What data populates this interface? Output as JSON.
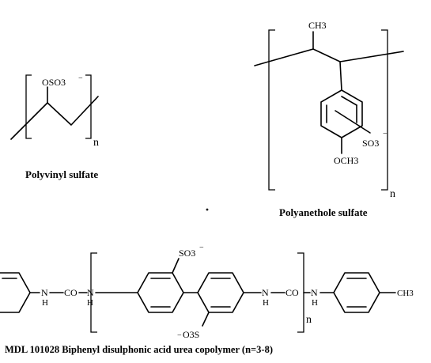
{
  "pvs": {
    "caption": "Polyvinyl sulfate",
    "group": "OSO3",
    "charge": "−",
    "n": "n"
  },
  "pas": {
    "caption": "Polyanethole sulfate",
    "methyl": "CH3",
    "methoxy": "OCH3",
    "sulfonate": "SO3",
    "charge": "−",
    "n": "n"
  },
  "mdl": {
    "caption": "MDL 101028 Biphenyl disulphonic acid urea copolymer  (n=3-8)",
    "nh": "N",
    "h": "H",
    "co": "CO",
    "so3_top": "SO3",
    "so3_bottom": "O3S",
    "minus": "−",
    "ch3": "CH3",
    "n": "n"
  }
}
